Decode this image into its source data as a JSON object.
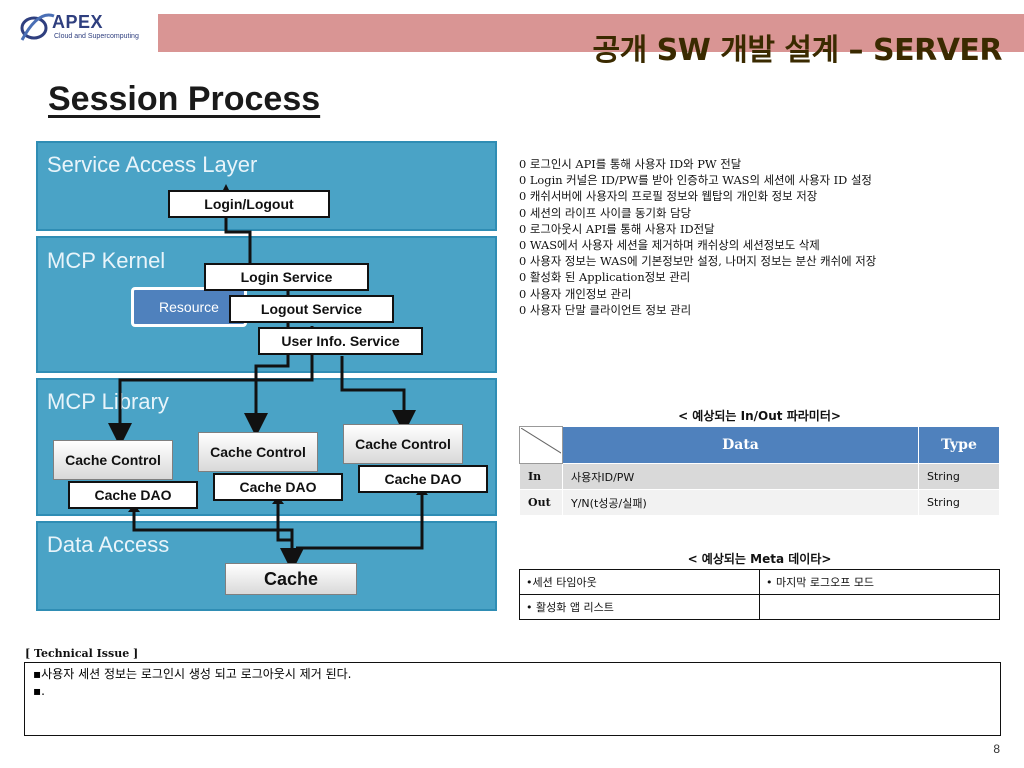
{
  "logo": {
    "name": "APEX",
    "tagline": "Cloud and Supercomputing"
  },
  "header": {
    "title": "공개 SW 개발 설계 – SERVER"
  },
  "page_title": "Session Process",
  "colors": {
    "header_bar": "#d99594",
    "layer": "#4aa3c6",
    "resource": "#4f81bd",
    "table_header": "#4f81bd"
  },
  "diagram": {
    "layers": [
      "Service Access Layer",
      "MCP Kernel",
      "MCP Library",
      "Data Access"
    ],
    "boxes": {
      "login_logout": "Login/Logout",
      "login_service": "Login Service",
      "logout_service": "Logout Service",
      "user_info_service": "User Info. Service",
      "resource": "Resource",
      "cache_control_1": "Cache Control",
      "cache_control_2": "Cache Control",
      "cache_control_3": "Cache Control",
      "cache_dao_1": "Cache DAO",
      "cache_dao_2": "Cache DAO",
      "cache_dao_3": "Cache DAO",
      "cache": "Cache"
    }
  },
  "description": [
    "0 로그인시 API를 통해 사용자 ID와 PW 전달",
    "0 Login 커널은 ID/PW를 받아 인증하고 WAS의 세션에 사용자 ID 설정",
    "0 캐쉬서버에 사용자의 프로필 정보와 웹탑의 개인화 정보 저장",
    "0 세션의 라이프 사이클 동기화 담당",
    "0 로그아웃시 API를 통해 사용자 ID전달",
    "0 WAS에서 사용자 세션을 제거하며 캐쉬상의 세션정보도 삭제",
    "0 사용자 정보는 WAS에 기본정보만 설정, 나머지 정보는 분산 캐쉬에 저장",
    "0 활성화 된 Application정보 관리",
    "0 사용자 개인정보 관리",
    "0 사용자 단말 클라이언트 정보 관리"
  ],
  "params": {
    "caption": "< 예상되는 In/Out 파라미터>",
    "headers": [
      "",
      "Data",
      "Type"
    ],
    "rows": [
      [
        "In",
        "사용자ID/PW",
        "String"
      ],
      [
        "Out",
        "Y/N(t성공/실패)",
        "String"
      ]
    ]
  },
  "meta": {
    "caption": "< 예상되는 Meta 데이타>",
    "rows": [
      [
        "•세션 타임아웃",
        "• 마지막 로그오프 모드"
      ],
      [
        "• 활성화 앱 리스트",
        ""
      ]
    ]
  },
  "technical_issue": {
    "label": "[  Technical Issue ]",
    "lines": [
      "▪사용자 세션 정보는 로그인시 생성 되고 로그아웃시 제거 된다.",
      "▪."
    ]
  },
  "page_number": "8"
}
